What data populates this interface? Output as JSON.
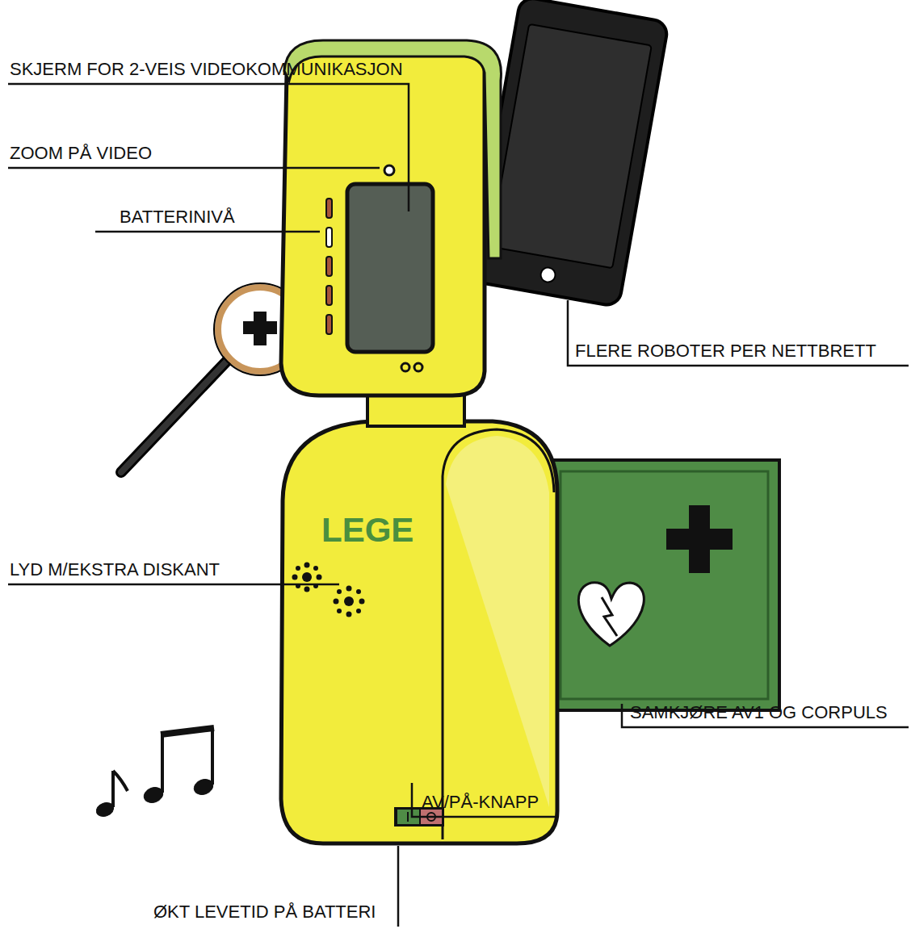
{
  "diagram": {
    "labels": [
      "SKJERM FOR 2-VEIS VIDEOKOMMUNIKASJON",
      "ZOOM PÅ VIDEO",
      "BATTERINIVÅ",
      "FLERE ROBOTER PER NETTBRETT",
      "LEGE",
      "LYD M/EKSTRA DISKANT",
      "SAMKJØRE AV1 OG CORPULS",
      "AV/PÅ-KNAPP",
      "ØKT LEVETID PÅ BATTERI"
    ]
  }
}
